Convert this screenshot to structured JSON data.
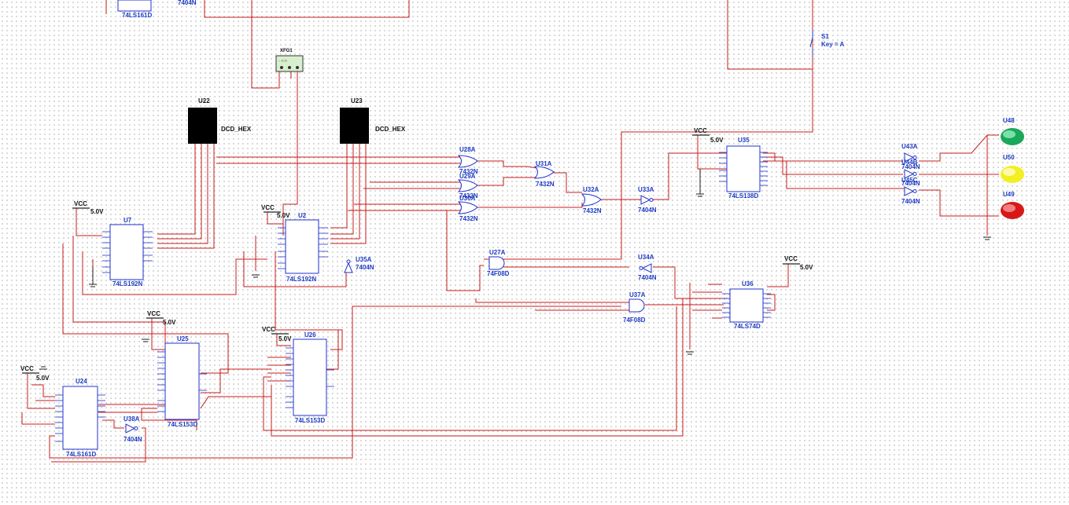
{
  "components": {
    "U22": {
      "ref": "U22",
      "type": "DCD_HEX"
    },
    "U23": {
      "ref": "U23",
      "type": "DCD_HEX"
    },
    "XFG1": {
      "ref": "XFG1"
    },
    "S1": {
      "ref": "S1",
      "key": "Key = A"
    },
    "U7": {
      "ref": "U7",
      "part": "74LS192N"
    },
    "U2": {
      "ref": "U2",
      "part": "74LS192N"
    },
    "U24": {
      "ref": "U24",
      "part": "74LS161D"
    },
    "U25": {
      "ref": "U25",
      "part": "74LS153D"
    },
    "U26": {
      "ref": "U26",
      "part": "74LS153D"
    },
    "U35": {
      "ref": "U35",
      "part": "74LS138D"
    },
    "U36": {
      "ref": "U36",
      "part": "74LS74D"
    },
    "U28A": {
      "ref": "U28A",
      "part": "7432N"
    },
    "U29A": {
      "ref": "U29A",
      "part": "7432N"
    },
    "U30A": {
      "ref": "U30A",
      "part": "7432N"
    },
    "U31A": {
      "ref": "U31A",
      "part": "7432N"
    },
    "U32A": {
      "ref": "U32A",
      "part": "7432N"
    },
    "U33A": {
      "ref": "U33A",
      "part": "7404N"
    },
    "U34A": {
      "ref": "U34A",
      "part": "7404N"
    },
    "U35A": {
      "ref": "U35A",
      "part": "7404N"
    },
    "U38A": {
      "ref": "U38A",
      "part": "7404N"
    },
    "U43A": {
      "ref": "U43A",
      "part": "7404N"
    },
    "U44A": {
      "ref": "U44B",
      "part": "7404N"
    },
    "U45A": {
      "ref": "U45C",
      "part": "7404N"
    },
    "U27A": {
      "ref": "U27A",
      "part": "74F08D"
    },
    "U37A": {
      "ref": "U37A",
      "part": "74F08D"
    },
    "U48": {
      "ref": "U48"
    },
    "U50": {
      "ref": "U50"
    },
    "U49": {
      "ref": "U49"
    },
    "top_part": {
      "part": "74LS161D",
      "inv": "7404N"
    }
  },
  "power": {
    "vcc": "VCC",
    "volt": "5.0V"
  },
  "colors": {
    "wire": "#c81e1e",
    "chip_outline": "#2233cc",
    "label": "#1f3cc4",
    "led_green": "#1aa85a",
    "led_yellow": "#f2ef22",
    "led_red": "#d81818"
  }
}
